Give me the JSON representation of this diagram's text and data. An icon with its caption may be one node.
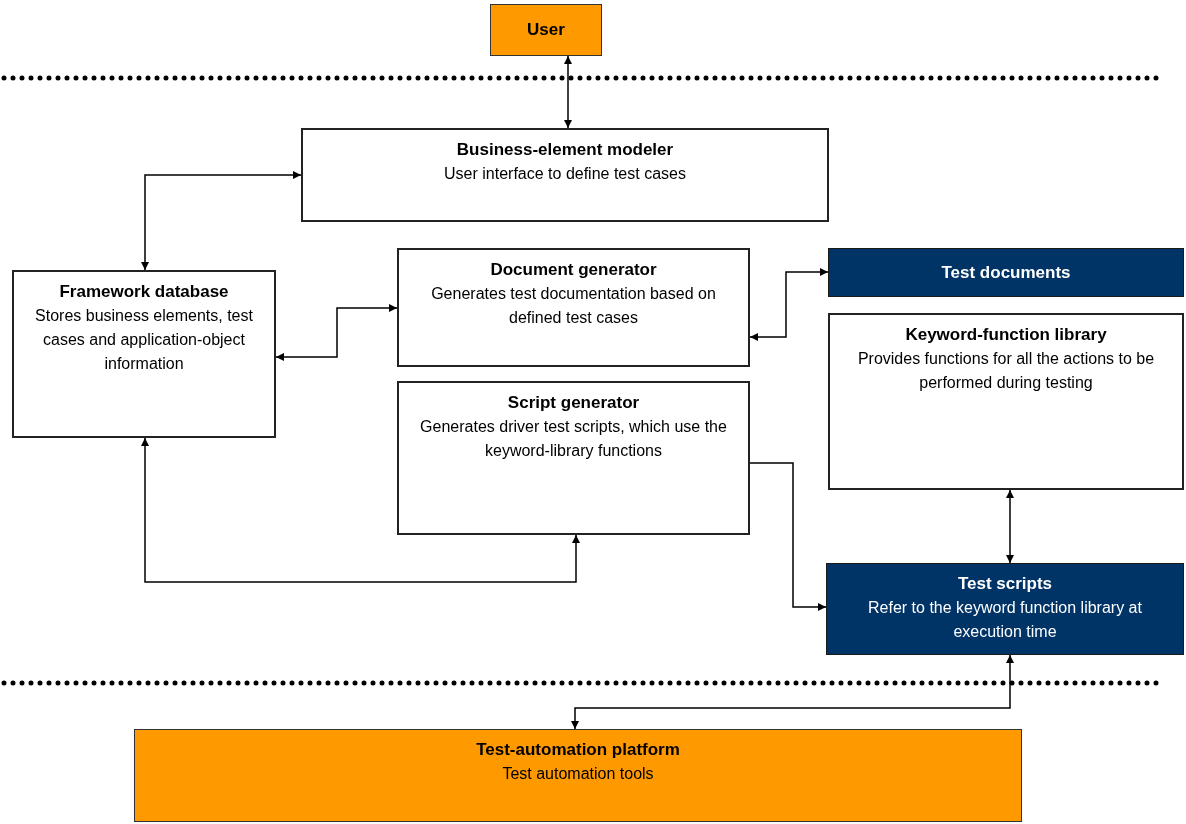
{
  "diagram": {
    "nodes": [
      {
        "text": [
          "User"
        ]
      },
      {
        "text": [
          "Business-element modeler",
          "User interface to define test cases"
        ]
      },
      {
        "text": [
          "Framework database",
          "Stores business elements, test cases and application-object information"
        ]
      },
      {
        "text": [
          "Document generator",
          "Generates test documentation based on defined test cases"
        ]
      },
      {
        "text": [
          "Test documents"
        ]
      },
      {
        "text": [
          "Keyword-function library",
          "Provides functions for all the actions to be performed during testing"
        ]
      },
      {
        "text": [
          "Script generator",
          "Generates driver test scripts, which use the keyword-library functions"
        ]
      },
      {
        "text": [
          "Test scripts",
          "Refer to the keyword function library at execution time"
        ]
      },
      {
        "text": [
          "Test-automation platform",
          "Test automation tools"
        ]
      }
    ],
    "edges": [
      {
        "from": 0,
        "to": 1,
        "arrow": "both"
      },
      {
        "from": 1,
        "to": 2,
        "arrow": "both"
      },
      {
        "from": 3,
        "to": 2,
        "arrow": "both"
      },
      {
        "from": 3,
        "to": 4,
        "arrow": "both"
      },
      {
        "from": 2,
        "to": 6,
        "arrow": "both"
      },
      {
        "from": 6,
        "to": 7,
        "arrow": "to"
      },
      {
        "from": 5,
        "to": 7,
        "arrow": "both"
      },
      {
        "from": 7,
        "to": 8,
        "arrow": "both"
      }
    ]
  }
}
